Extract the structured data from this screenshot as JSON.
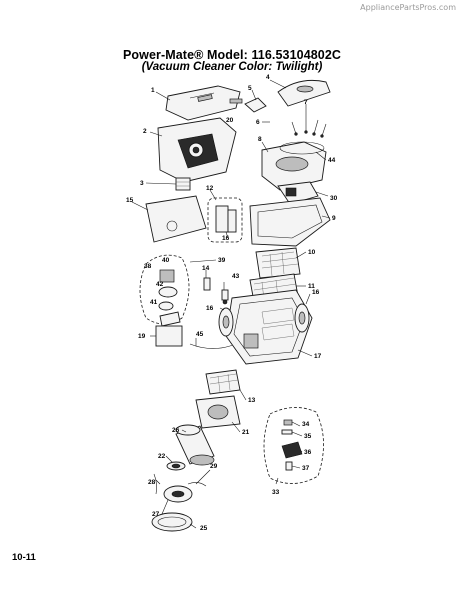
{
  "watermark": "AppliancePartsPros.com",
  "header": {
    "title": "Power-Mate® Model: 116.53104802C",
    "subtitle": "(Vacuum Cleaner Color: Twilight)"
  },
  "page_label": "10-11",
  "callouts": [
    "1",
    "2",
    "3",
    "4",
    "5",
    "6",
    "7",
    "8",
    "9",
    "10",
    "11",
    "12",
    "13",
    "14",
    "15",
    "16",
    "16",
    "16",
    "17",
    "19",
    "20",
    "21",
    "22",
    "25",
    "26",
    "27",
    "28",
    "29",
    "30",
    "33",
    "34",
    "35",
    "36",
    "37",
    "38",
    "39",
    "40",
    "41",
    "42",
    "43",
    "44",
    "45"
  ]
}
